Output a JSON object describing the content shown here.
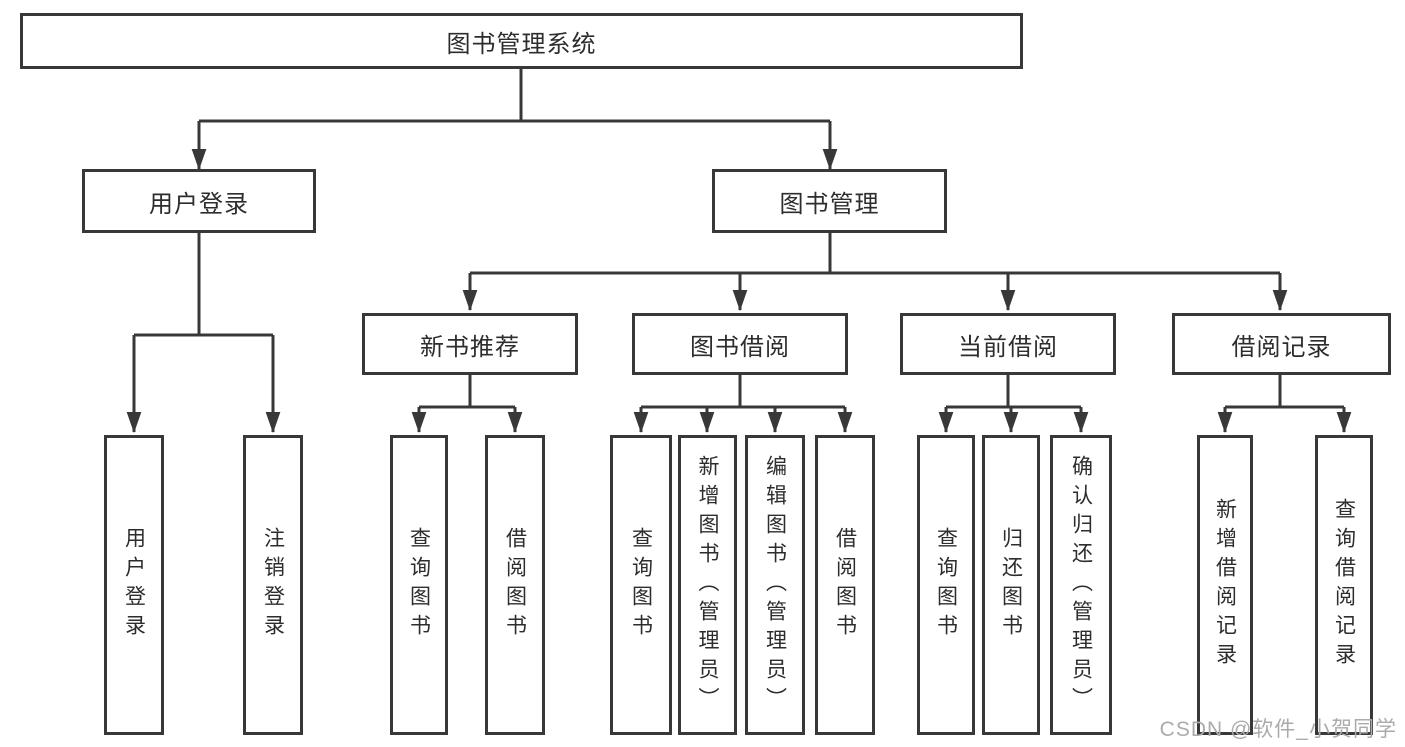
{
  "tree": {
    "root": {
      "label": "图书管理系统"
    },
    "level2": [
      {
        "label": "用户登录",
        "children": [
          {
            "label": "用户登录"
          },
          {
            "label": "注销登录"
          }
        ]
      },
      {
        "label": "图书管理",
        "children": [
          {
            "label": "新书推荐",
            "children": [
              {
                "label": "查询图书"
              },
              {
                "label": "借阅图书"
              }
            ]
          },
          {
            "label": "图书借阅",
            "children": [
              {
                "label": "查询图书"
              },
              {
                "label": "新增图书（管理员）"
              },
              {
                "label": "编辑图书（管理员）"
              },
              {
                "label": "借阅图书"
              }
            ]
          },
          {
            "label": "当前借阅",
            "children": [
              {
                "label": "查询图书"
              },
              {
                "label": "归还图书"
              },
              {
                "label": "确认归还（管理员）"
              }
            ]
          },
          {
            "label": "借阅记录",
            "children": [
              {
                "label": "新增借阅记录"
              },
              {
                "label": "查询借阅记录"
              }
            ]
          }
        ]
      }
    ]
  },
  "watermark": {
    "text": "CSDN @软件_小贺同学"
  },
  "colors": {
    "line": "#383838",
    "border": "#383838",
    "fill": "#ffffff",
    "text": "#2d2d2d",
    "watermark": "#ababab"
  }
}
